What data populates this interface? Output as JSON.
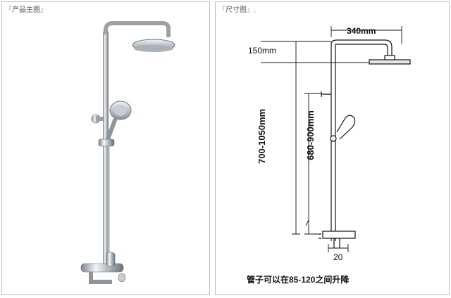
{
  "panels": {
    "left": {
      "label": "产品主图"
    },
    "right": {
      "label": "尺寸图"
    }
  },
  "dimensions": {
    "top_width": "340mm",
    "head_offset": "150mm",
    "total_height": "700-1050mm",
    "holder_height": "680-900mm",
    "bottom_spacing": "20"
  },
  "caption": "管子可以在85-120之间升降",
  "colors": {
    "chrome": "#c9ced3",
    "chrome_dark": "#7d858c",
    "line": "#111111",
    "border": "#bdbdbd"
  }
}
